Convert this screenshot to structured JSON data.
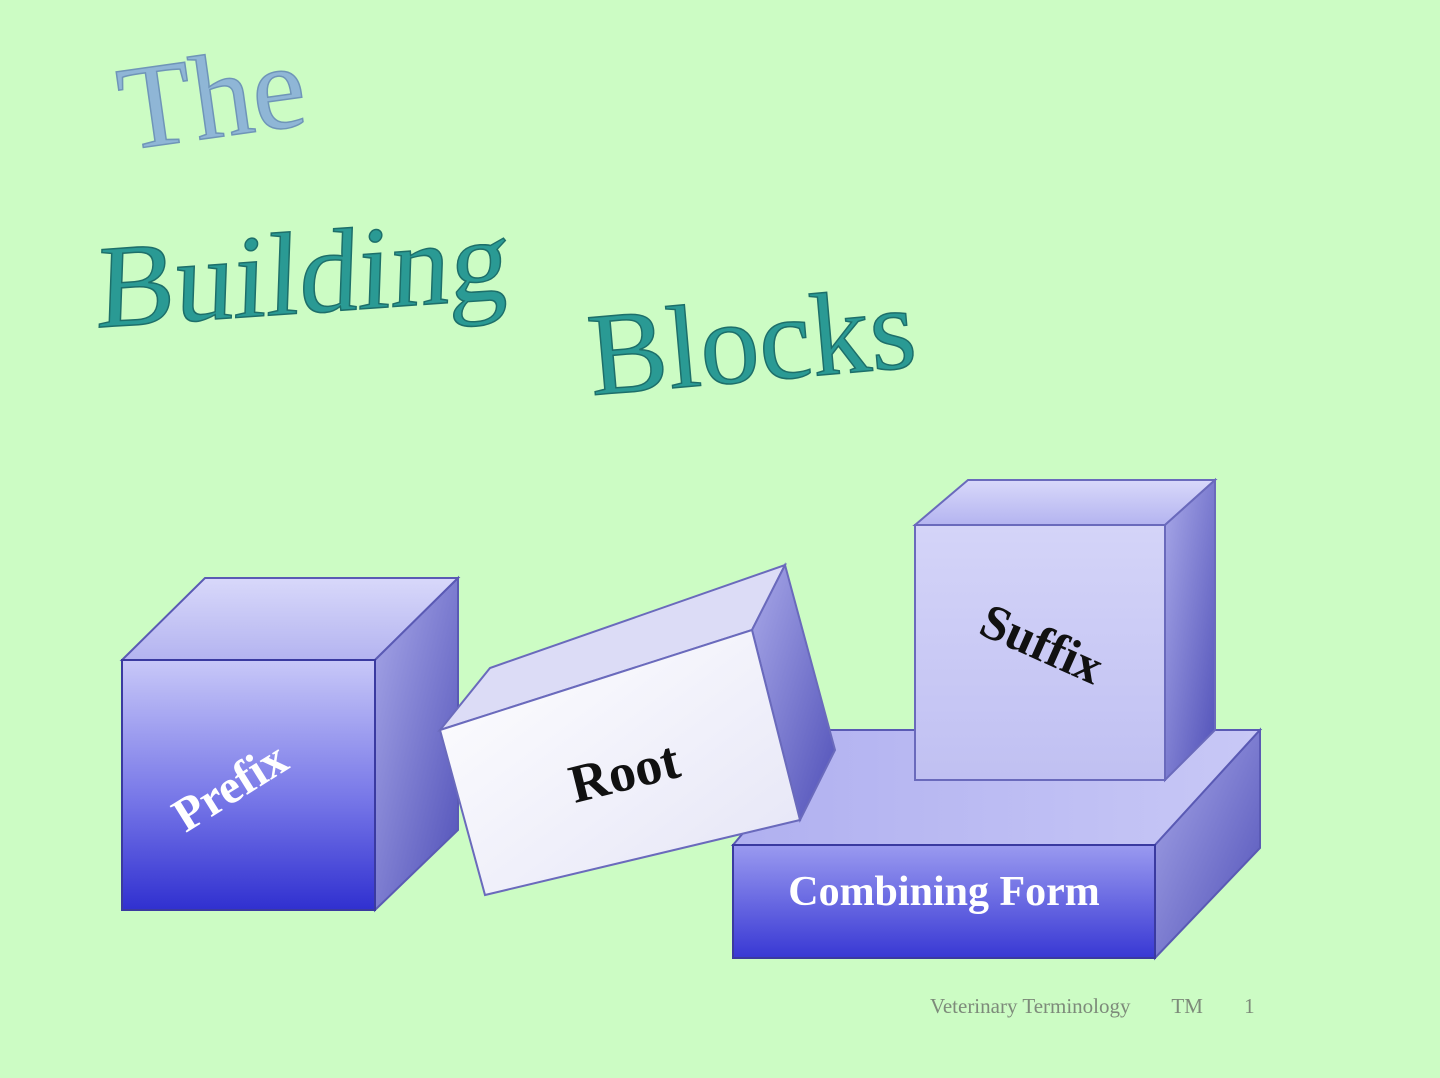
{
  "title": {
    "line1": "The",
    "line2_word1": "Building",
    "line2_word2": "Blocks"
  },
  "blocks": {
    "prefix": "Prefix",
    "root": "Root",
    "suffix": "Suffix",
    "combining_form": "Combining Form"
  },
  "footer": {
    "course": "Veterinary Terminology",
    "code": "TM",
    "page": "1"
  },
  "colors": {
    "background": "#ccfcc4",
    "title": "#2a9a94",
    "block_dark": "#3a3ad8",
    "block_light": "#c8c8f4",
    "root_block": "#f4f4ff"
  }
}
